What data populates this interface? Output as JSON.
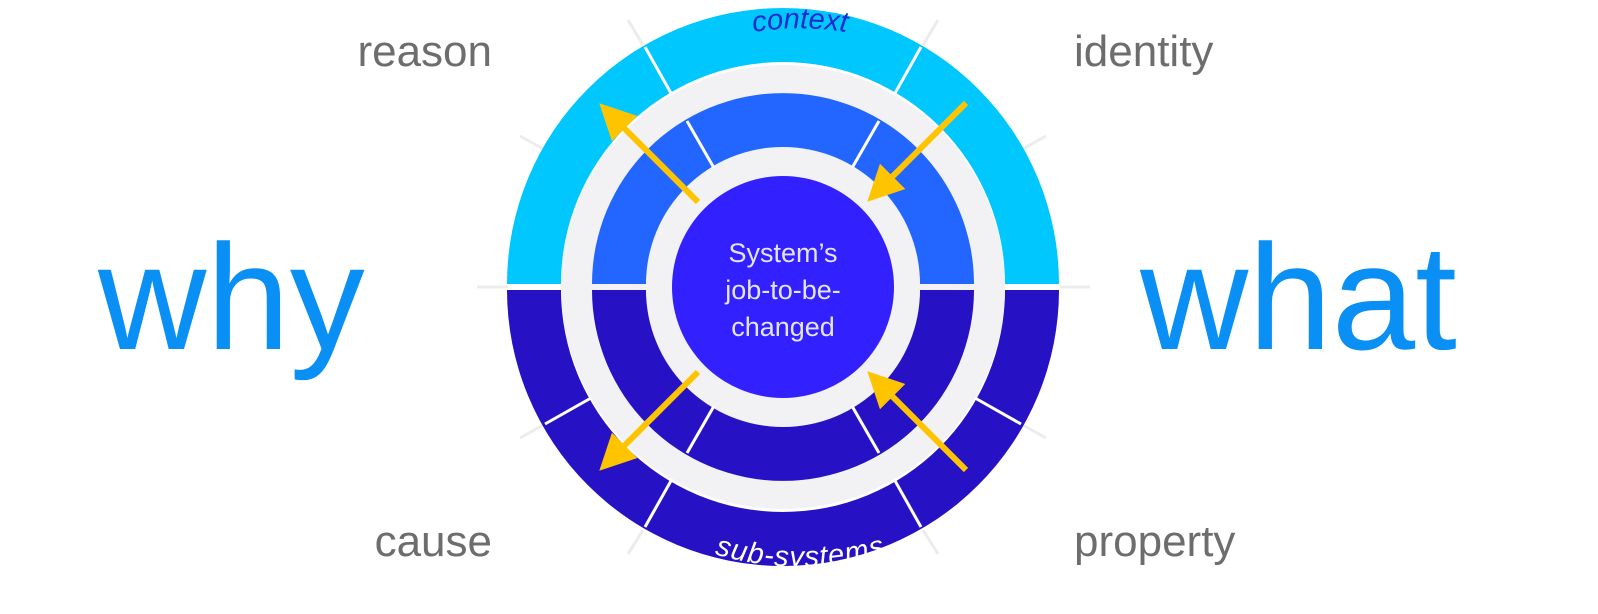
{
  "left_word": "why",
  "right_word": "what",
  "corner_labels": {
    "top_left": "reason",
    "bottom_left": "cause",
    "top_right": "identity",
    "bottom_right": "property"
  },
  "center": {
    "lines": [
      "System’s",
      "job-to-be-",
      "changed"
    ]
  },
  "outer_ring": {
    "top_label": "context",
    "bottom_label": "sub-systems"
  },
  "colors": {
    "big_word": "#0a8ff5",
    "corner_label": "#6d6d6d",
    "outer_top": "#00c8ff",
    "middle_top": "#2266ff",
    "bottom_rings": "#2612c4",
    "center_disc": "#3320ff",
    "gap_ring": "#f2f2f4",
    "arrow": "#ffc400",
    "context_text": "#1a2bd0",
    "subsystems_text": "#ffffff"
  }
}
